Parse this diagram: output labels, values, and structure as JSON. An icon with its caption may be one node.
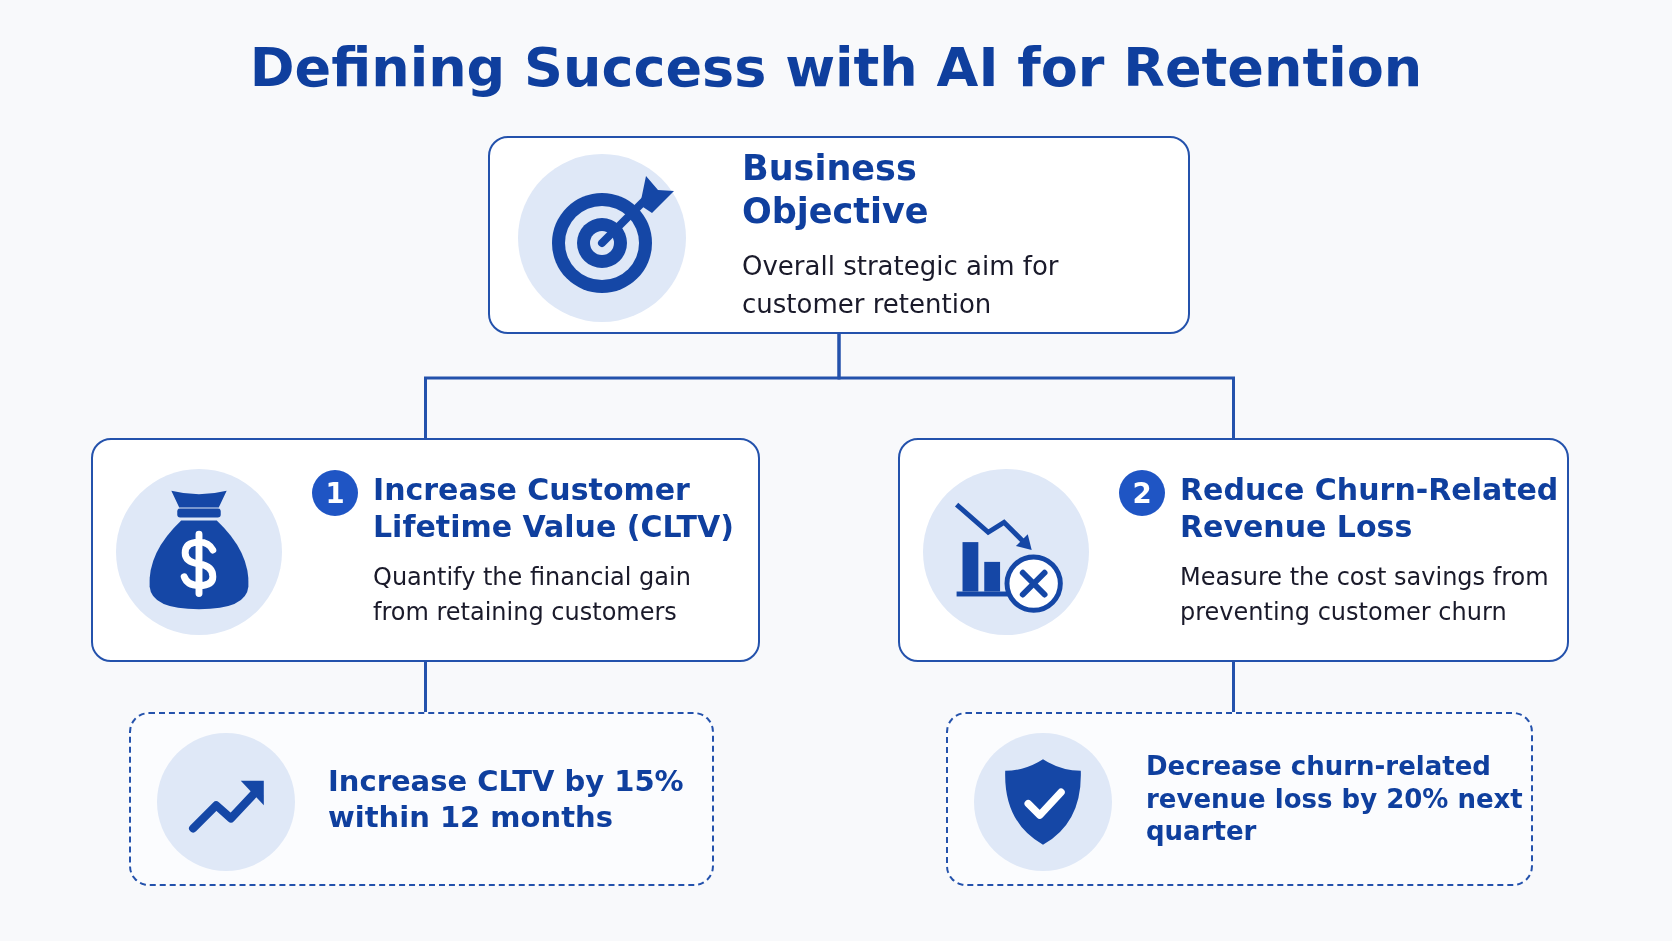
{
  "diagram": {
    "title": "Defining Success with AI for Retention",
    "nodes": [
      {
        "text": [
          "Business Objective",
          "Overall strategic aim for customer retention"
        ]
      },
      {
        "text": [
          "1",
          "Increase Customer Lifetime Value (CLTV)",
          "Quantify the financial gain from retaining customers"
        ]
      },
      {
        "text": [
          "2",
          "Reduce Churn-Related Revenue Loss",
          "Measure the cost savings from preventing customer churn"
        ]
      },
      {
        "text": [
          "Increase CLTV by 15% within 12 months"
        ]
      },
      {
        "text": [
          "Decrease churn-related revenue loss by 20% next quarter"
        ]
      }
    ],
    "edges": [
      {
        "from": 0,
        "to": 1,
        "arrow": "none"
      },
      {
        "from": 0,
        "to": 2,
        "arrow": "none"
      },
      {
        "from": 1,
        "to": 3,
        "arrow": "none"
      },
      {
        "from": 2,
        "to": 4,
        "arrow": "none"
      }
    ]
  }
}
